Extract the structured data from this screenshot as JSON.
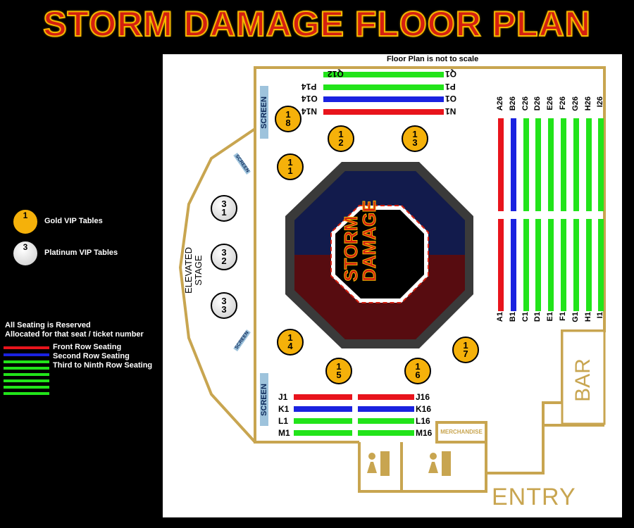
{
  "title": "STORM DAMAGE FLOOR PLAN",
  "scale_note": "Floor Plan is not to scale",
  "legend": {
    "gold_num": "1",
    "gold_label": "Gold VIP Tables",
    "plat_num": "3",
    "plat_label": "Platinum VIP Tables",
    "reserved_1": "All Seating is Reserved",
    "reserved_2": "Allocated for that seat / ticket number",
    "front": "Front Row Seating",
    "second": "Second Row Seating",
    "third": "Third to Ninth Row Seating"
  },
  "colors": {
    "front": "#e8141c",
    "second": "#1a22e0",
    "third": "#22e41a",
    "gold": "#f5b10a",
    "wall": "#c8a550"
  },
  "stage": {
    "line1": "ELEVATED",
    "line2": "STAGE"
  },
  "screen_label": "SCREEN",
  "screen_label_small": "SCREEN",
  "cage": {
    "line1": "STORM",
    "line2": "DAMAGE"
  },
  "tables": {
    "t18": [
      "1",
      "8"
    ],
    "t12": [
      "1",
      "2"
    ],
    "t13": [
      "1",
      "3"
    ],
    "t11": [
      "1",
      "1"
    ],
    "t14": [
      "1",
      "4"
    ],
    "t15": [
      "1",
      "5"
    ],
    "t16": [
      "1",
      "6"
    ],
    "t17": [
      "1",
      "7"
    ],
    "t31": [
      "3",
      "1"
    ],
    "t32": [
      "3",
      "2"
    ],
    "t33": [
      "3",
      "3"
    ]
  },
  "top_rows": [
    {
      "left": "Q12",
      "right": "Q1",
      "color": "third"
    },
    {
      "left": "P14",
      "right": "P1",
      "color": "third"
    },
    {
      "left": "O14",
      "right": "O1",
      "color": "second"
    },
    {
      "left": "N14",
      "right": "N1",
      "color": "front"
    }
  ],
  "bottom_rows": [
    {
      "left": "J1",
      "right": "J16",
      "color": "front"
    },
    {
      "left": "K1",
      "right": "K16",
      "color": "second"
    },
    {
      "left": "L1",
      "right": "L16",
      "color": "third"
    },
    {
      "left": "M1",
      "right": "M16",
      "color": "third"
    }
  ],
  "side_rows": [
    {
      "top": "A26",
      "bottom": "A1",
      "color": "front"
    },
    {
      "top": "B26",
      "bottom": "B1",
      "color": "second"
    },
    {
      "top": "C26",
      "bottom": "C1",
      "color": "third"
    },
    {
      "top": "D26",
      "bottom": "D1",
      "color": "third"
    },
    {
      "top": "E26",
      "bottom": "E1",
      "color": "third"
    },
    {
      "top": "F26",
      "bottom": "F1",
      "color": "third"
    },
    {
      "top": "G26",
      "bottom": "G1",
      "color": "third"
    },
    {
      "top": "H26",
      "bottom": "H1",
      "color": "third"
    },
    {
      "top": "I26",
      "bottom": "I1",
      "color": "third"
    }
  ],
  "bar_label": "BAR",
  "merch_label": "MERCHANDISE",
  "entry_label": "ENTRY"
}
